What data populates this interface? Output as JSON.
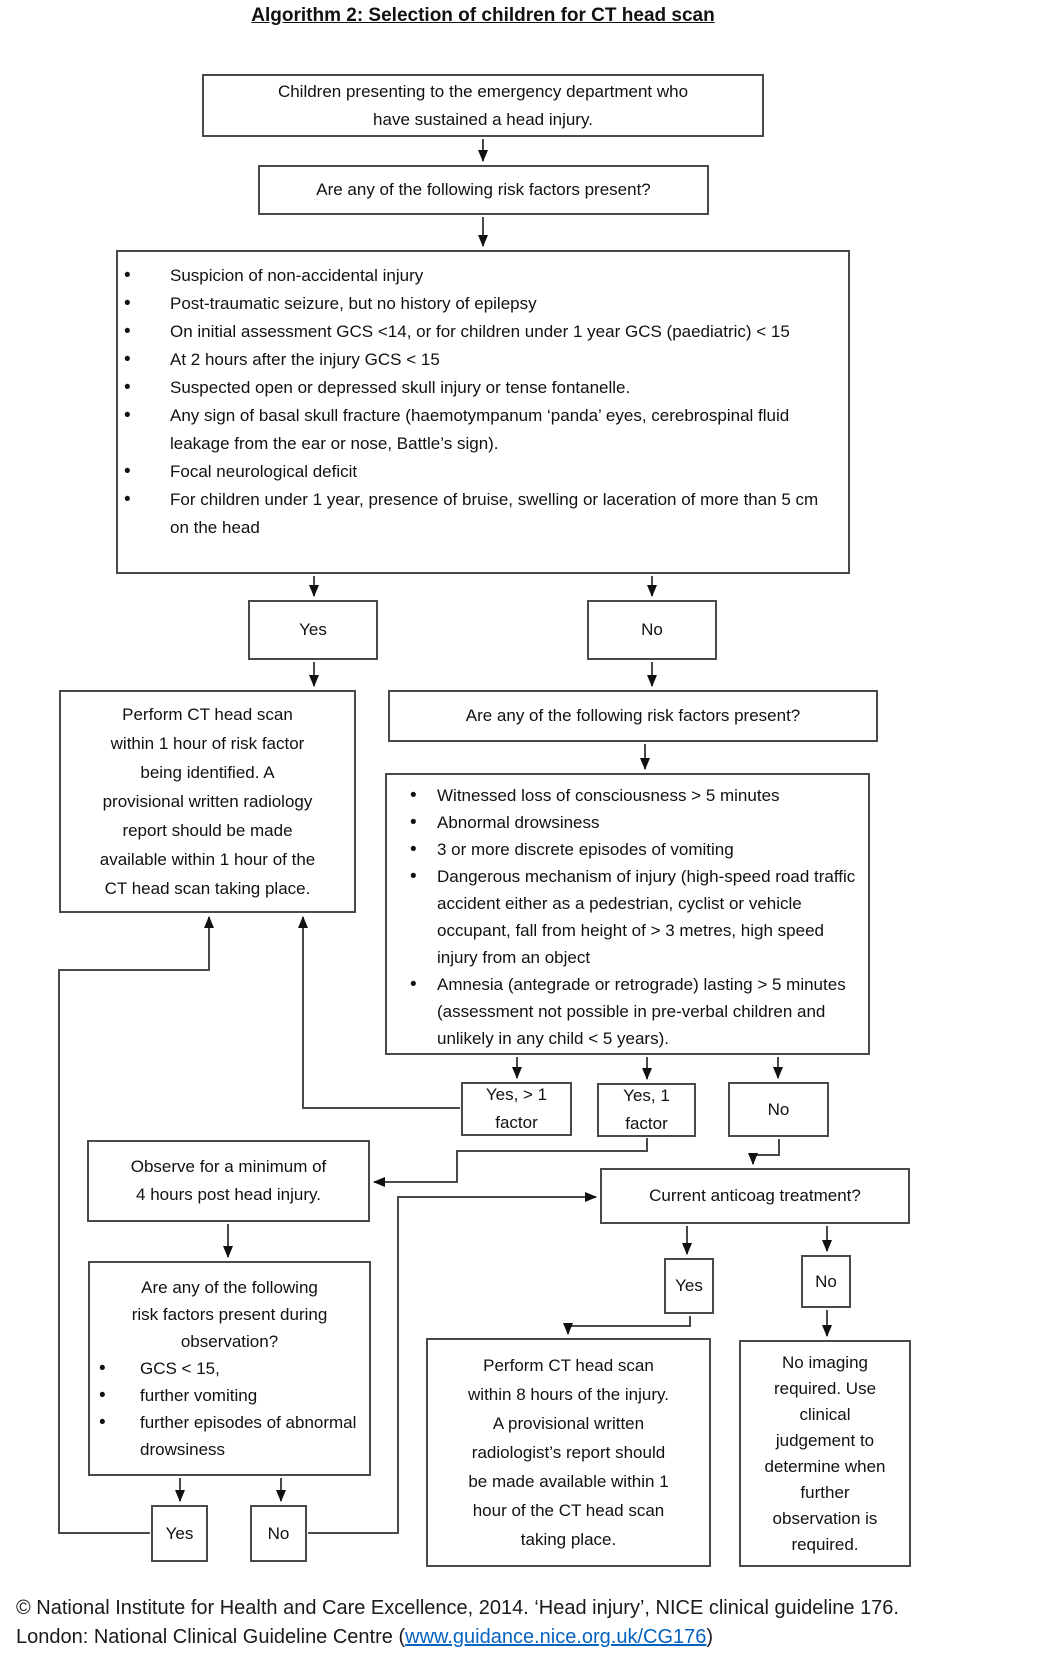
{
  "title": "Algorithm 2: Selection of children for CT head scan",
  "nodes": {
    "start": {
      "text": "Children presenting to the emergency department who\nhave sustained a head injury."
    },
    "q1": {
      "text": "Are any of the following risk factors present?"
    },
    "risk1": {
      "items": [
        "Suspicion of non-accidental injury",
        "Post-traumatic seizure, but no history of epilepsy",
        "On initial assessment GCS <14, or for children under 1 year GCS (paediatric) < 15",
        "At 2 hours after the injury GCS < 15",
        "Suspected open or depressed skull injury or tense fontanelle.",
        "Any sign of basal skull fracture (haemotympanum ‘panda’ eyes, cerebrospinal fluid leakage from the ear or nose, Battle’s sign).",
        "Focal neurological deficit",
        "For children under 1 year, presence of bruise, swelling or laceration of more than 5 cm on the head"
      ]
    },
    "yes1": {
      "label": "Yes"
    },
    "no1": {
      "label": "No"
    },
    "ct1": {
      "text": "Perform CT head scan\nwithin 1 hour of risk factor\nbeing identified. A\nprovisional written radiology\nreport should be made\navailable within 1 hour of the\nCT head scan taking place."
    },
    "q2": {
      "text": "Are any of the following risk factors present?"
    },
    "risk2": {
      "items": [
        "Witnessed loss of consciousness > 5 minutes",
        "Abnormal drowsiness",
        "3 or more discrete episodes of vomiting",
        "Dangerous mechanism of injury (high-speed road traffic accident either as a pedestrian, cyclist or vehicle occupant, fall from height of > 3 metres, high speed injury from an object",
        "Amnesia (antegrade or retrograde) lasting > 5 minutes (assessment not possible in pre-verbal children and unlikely in any child < 5 years)."
      ]
    },
    "yes_gt1": {
      "label": "Yes, > 1\nfactor"
    },
    "yes_1f": {
      "label": "Yes, 1\nfactor"
    },
    "no2": {
      "label": "No"
    },
    "observe": {
      "text": "Observe for a minimum of\n4 hours post head injury."
    },
    "q3": {
      "heading": "Are any of the following\nrisk factors present during\nobservation?",
      "items": [
        "GCS < 15,",
        "further vomiting",
        "further episodes of abnormal drowsiness"
      ]
    },
    "yes3": {
      "label": "Yes"
    },
    "no3": {
      "label": "No"
    },
    "anticoag": {
      "text": "Current anticoag treatment?"
    },
    "yes4": {
      "label": "Yes"
    },
    "no4": {
      "label": "No"
    },
    "ct8": {
      "text": "Perform CT head scan\nwithin 8 hours of the injury.\nA provisional written\nradiologist’s report should\nbe made available within 1\nhour of the CT head scan\ntaking place."
    },
    "no_imaging": {
      "text": "No imaging\nrequired. Use\nclinical\njudgement to\ndetermine when\nfurther\nobservation is\nrequired."
    }
  },
  "footer": {
    "line1": "© National Institute for Health and Care Excellence, 2014. ‘Head injury’, NICE clinical guideline 176.",
    "line2_prefix": "London: National Clinical Guideline Centre (",
    "line2_link": "www.guidance.nice.org.uk/CG176",
    "line2_suffix": ")"
  }
}
